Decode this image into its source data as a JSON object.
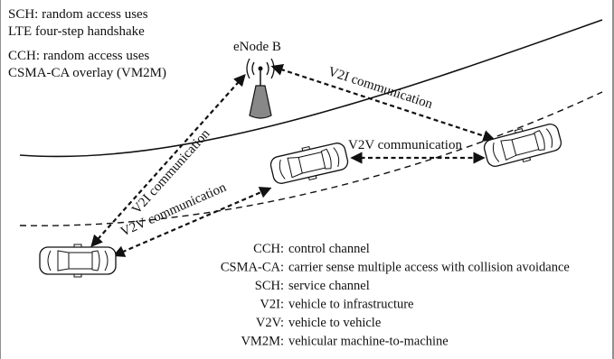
{
  "notes": {
    "sch_line1": "SCH: random access uses",
    "sch_line2": "LTE four-step handshake",
    "cch_line1": "CCH: random access uses",
    "cch_line2": "CSMA-CA overlay (VM2M)"
  },
  "enodeb_label": "eNode B",
  "links": {
    "v2i_upper": "V2I communication",
    "v2i_left": "V2I communication",
    "v2v_middle": "V2V communication",
    "v2v_lower": "V2V communication"
  },
  "legend": [
    {
      "term": "CCH:",
      "definition": "control channel"
    },
    {
      "term": "CSMA-CA:",
      "definition": "carrier sense multiple access with collision avoidance"
    },
    {
      "term": "SCH:",
      "definition": "service channel"
    },
    {
      "term": "V2I:",
      "definition": "vehicle to infrastructure"
    },
    {
      "term": "V2V:",
      "definition": "vehicle to vehicle"
    },
    {
      "term": "VM2M:",
      "definition": "vehicular machine-to-machine"
    }
  ]
}
